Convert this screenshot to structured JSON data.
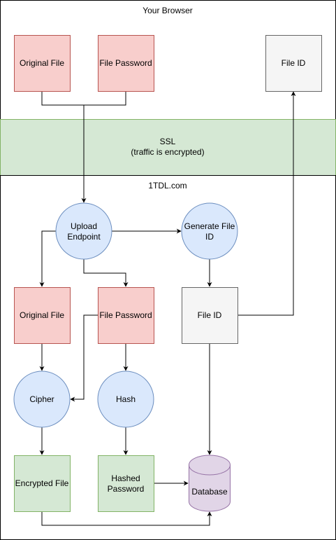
{
  "browser": {
    "title": "Your Browser"
  },
  "ssl": {
    "title": "SSL",
    "subtitle": "(traffic is encrypted)"
  },
  "server": {
    "title": "1TDL.com"
  },
  "nodes": {
    "browser_original_file": "Original File",
    "browser_file_password": "File Password",
    "browser_file_id": "File ID",
    "upload_endpoint": [
      "Upload",
      "Endpoint"
    ],
    "generate_file_id": [
      "Generate File",
      "ID"
    ],
    "server_original_file": "Original File",
    "server_file_password": "File Password",
    "server_file_id": "File ID",
    "cipher": "Cipher",
    "hash": "Hash",
    "encrypted_file": "Encrypted File",
    "hashed_password": [
      "Hashed",
      "Password"
    ],
    "database": "Database"
  },
  "colors": {
    "red_fill": "#f8cecc",
    "red_stroke": "#b85450",
    "blue_fill": "#dae8fc",
    "blue_stroke": "#6c8ebf",
    "green_fill": "#d5e8d4",
    "green_stroke": "#82b366",
    "gray_fill": "#f5f5f5",
    "gray_stroke": "#666666",
    "purple_fill": "#e1d5e7",
    "purple_stroke": "#9673a6"
  }
}
